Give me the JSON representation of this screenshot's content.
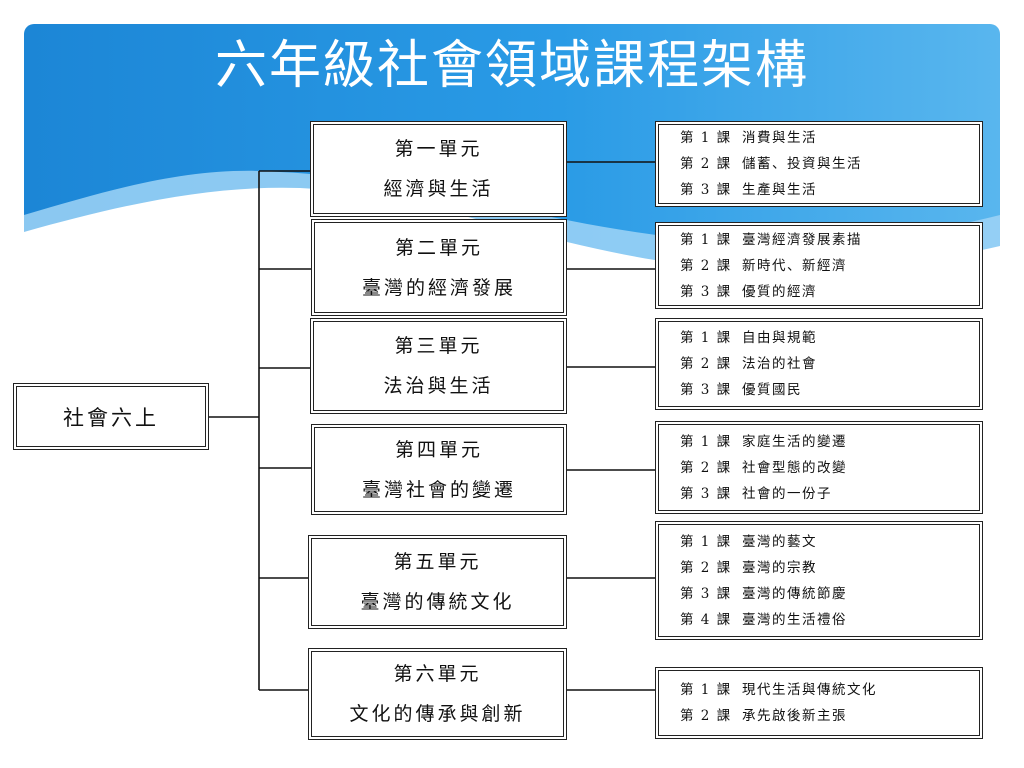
{
  "title": "六年級社會領域課程架構",
  "root": "社會六上",
  "units": [
    {
      "name": "第一單元",
      "theme": "經濟與生活",
      "lessons": [
        {
          "num": "第 1 課",
          "title": "消費與生活"
        },
        {
          "num": "第 2 課",
          "title": "儲蓄、投資與生活"
        },
        {
          "num": "第 3 課",
          "title": "生產與生活"
        }
      ]
    },
    {
      "name": "第二單元",
      "theme": "臺灣的經濟發展",
      "lessons": [
        {
          "num": "第 1 課",
          "title": "臺灣經濟發展素描"
        },
        {
          "num": "第 2 課",
          "title": "新時代、新經濟"
        },
        {
          "num": "第 3 課",
          "title": "優質的經濟"
        }
      ]
    },
    {
      "name": "第三單元",
      "theme": "法治與生活",
      "lessons": [
        {
          "num": "第 1 課",
          "title": "自由與規範"
        },
        {
          "num": "第 2 課",
          "title": "法治的社會"
        },
        {
          "num": "第 3 課",
          "title": "優質國民"
        }
      ]
    },
    {
      "name": "第四單元",
      "theme": "臺灣社會的變遷",
      "lessons": [
        {
          "num": "第 1 課",
          "title": "家庭生活的變遷"
        },
        {
          "num": "第 2 課",
          "title": "社會型態的改變"
        },
        {
          "num": "第 3 課",
          "title": "社會的一份子"
        }
      ]
    },
    {
      "name": "第五單元",
      "theme": "臺灣的傳統文化",
      "lessons": [
        {
          "num": "第 1 課",
          "title": "臺灣的藝文"
        },
        {
          "num": "第 2 課",
          "title": "臺灣的宗教"
        },
        {
          "num": "第 3 課",
          "title": "臺灣的傳統節慶"
        },
        {
          "num": "第 4 課",
          "title": "臺灣的生活禮俗"
        }
      ]
    },
    {
      "name": "第六單元",
      "theme": "文化的傳承與創新",
      "lessons": [
        {
          "num": "第 1 課",
          "title": "現代生活與傳統文化"
        },
        {
          "num": "第 2 課",
          "title": "承先啟後新主張"
        }
      ]
    }
  ]
}
